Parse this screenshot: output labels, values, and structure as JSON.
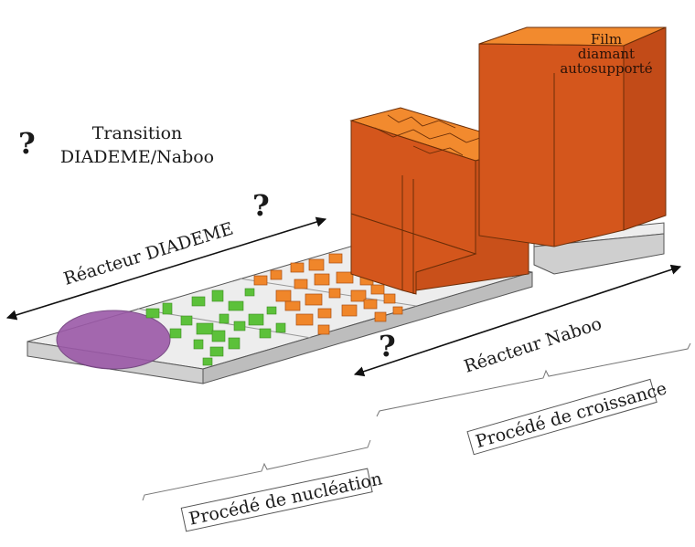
{
  "labels": {
    "transition_line1": "Transition",
    "transition_line2": "DIADEME/Naboo",
    "q_transition": "?",
    "q_diademe": "?",
    "q_naboo": "?",
    "reacteur_diademe": "Réacteur DIADEME",
    "reacteur_naboo": "Réacteur Naboo",
    "film_line1": "Film",
    "film_line2": "diamant",
    "film_line3": "autosupporté",
    "procede_nucleation": "Procédé de nucléation",
    "procede_croissance": "Procédé de croissance"
  },
  "colors": {
    "substrate_top": "#eeeeee",
    "substrate_side": "#d2d2d2",
    "nucleation_circle": "#9b59a8",
    "nuclei_green": "#5cc13a",
    "grains_orange": "#f0862a",
    "crystal_front": "#d4561c",
    "crystal_top": "#f28a2e",
    "outline": "#444444"
  },
  "icons": [
    "double-arrow-icon",
    "brace-icon",
    "question-mark-icon"
  ]
}
